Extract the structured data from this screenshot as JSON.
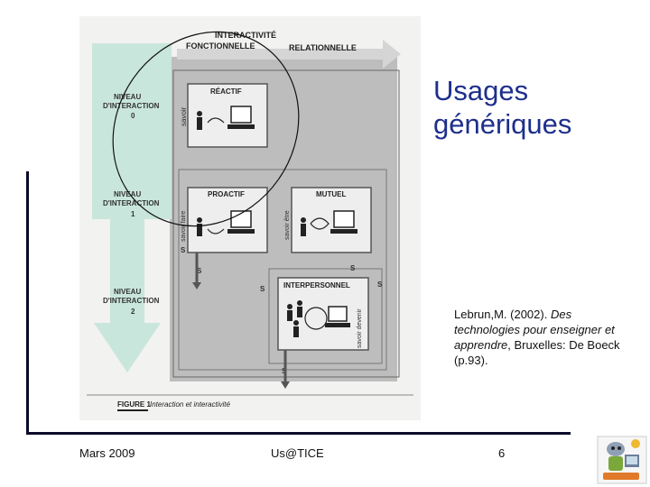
{
  "slide": {
    "title_line1": "Usages",
    "title_line2": "génériques",
    "citation_author": "Lebrun,M. (2002). ",
    "citation_title": "Des technologies pour enseigner et apprendre",
    "citation_rest": ", Bruxelles: De Boeck (p.93).",
    "colors": {
      "title": "#1d2f8c",
      "rule": "#0a0a2a",
      "teal": "#c9e6dc"
    }
  },
  "footer": {
    "date": "Mars 2009",
    "center": "Us@TICE",
    "page": "6"
  },
  "figure": {
    "top_header": "INTERACTIVITÉ",
    "axis_left": "FONCTIONNELLE",
    "axis_right": "RELATIONNELLE",
    "level0_a": "NIVEAU",
    "level0_b": "D'INTERACTION",
    "level0_c": "0",
    "level1_a": "NIVEAU",
    "level1_b": "D'INTERACTION",
    "level1_c": "1",
    "level2_a": "NIVEAU",
    "level2_b": "D'INTERACTION",
    "level2_c": "2",
    "box_reactif": "RÉACTIF",
    "box_proactif": "PROACTIF",
    "box_mutuel": "MUTUEL",
    "box_interpersonnel": "INTERPERSONNEL",
    "label_savoir": "savoir",
    "label_savoir_faire": "savoir faire",
    "label_savoir_etre": "savoir être",
    "label_savoir_devenir": "savoir devenir",
    "label_s": "S",
    "caption_figure": "FIGURE 1",
    "caption_text": "Interaction et interactivité"
  },
  "logo": {
    "icon": "mascot-logo-icon"
  }
}
